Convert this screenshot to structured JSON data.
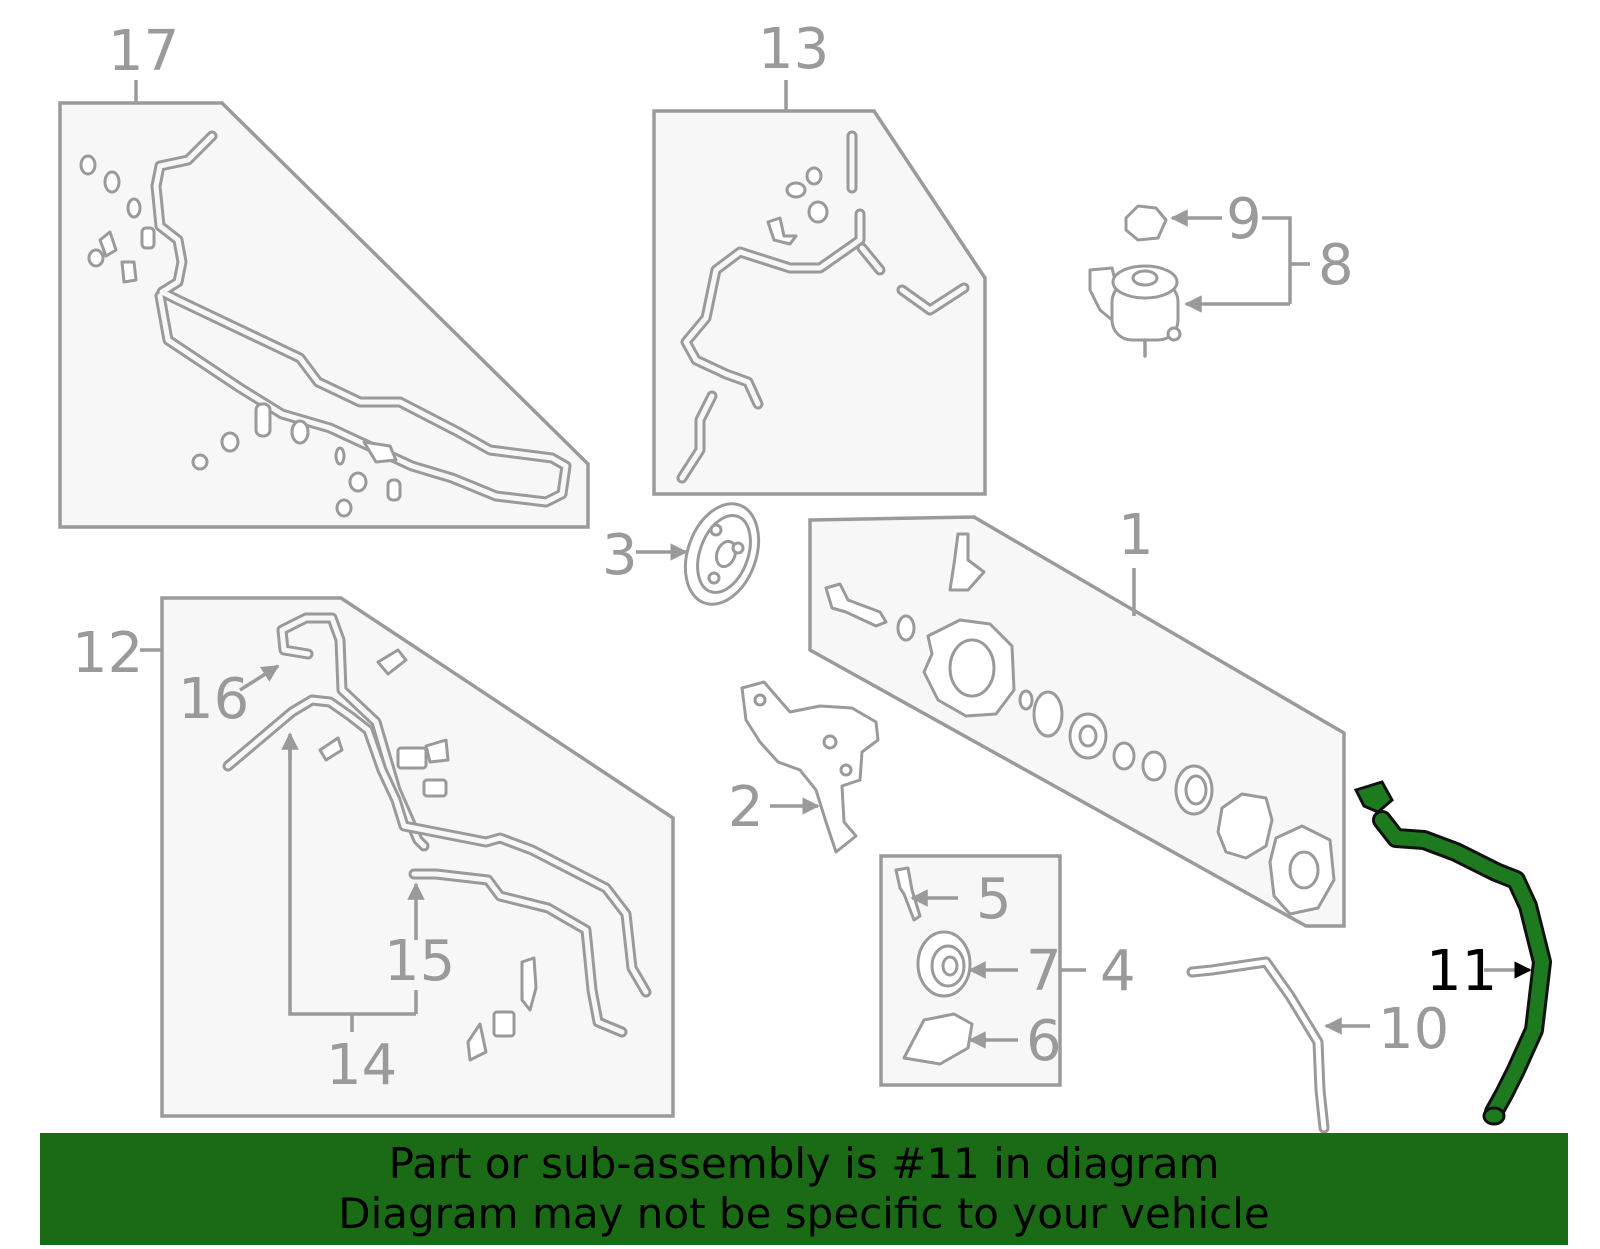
{
  "diagram": {
    "highlighted_part": "11",
    "highlight_color": "#1e7a1e",
    "line_color": "#9a9a9a",
    "callouts": {
      "c1": "1",
      "c2": "2",
      "c3": "3",
      "c4": "4",
      "c5": "5",
      "c6": "6",
      "c7": "7",
      "c8": "8",
      "c9": "9",
      "c10": "10",
      "c11": "11",
      "c12": "12",
      "c13": "13",
      "c14": "14",
      "c15": "15",
      "c16": "16",
      "c17": "17"
    }
  },
  "banner": {
    "line1": "Part or sub-assembly is #11 in diagram",
    "line2": "Diagram may not be specific to your vehicle",
    "background": "#1b6a15"
  }
}
